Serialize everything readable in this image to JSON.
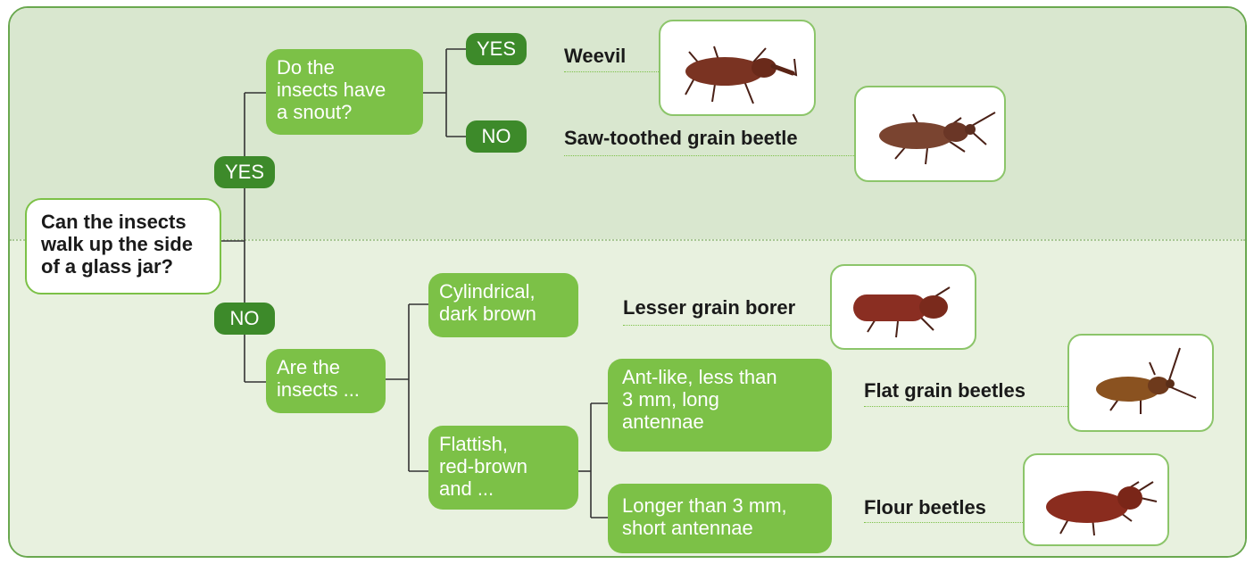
{
  "root": {
    "lines": [
      "Can the insects",
      "walk up the side",
      "of a glass jar?"
    ]
  },
  "answers": {
    "yes": "YES",
    "no": "NO"
  },
  "q_snout": {
    "lines": [
      "Do the",
      "insects have",
      "a snout?"
    ]
  },
  "q_are": {
    "lines": [
      "Are the",
      "insects ..."
    ]
  },
  "opt_cylindrical": {
    "lines": [
      "Cylindrical,",
      "dark brown"
    ]
  },
  "opt_flattish": {
    "lines": [
      "Flattish,",
      "red-brown",
      "and ..."
    ]
  },
  "opt_antlike": {
    "lines": [
      "Ant-like, less than",
      "3 mm, long",
      "antennae"
    ]
  },
  "opt_longer": {
    "lines": [
      "Longer than 3 mm,",
      "short antennae"
    ]
  },
  "results": {
    "weevil": "Weevil",
    "sawtoothed": "Saw-toothed grain beetle",
    "lesser": "Lesser grain borer",
    "flat": "Flat grain beetles",
    "flour": "Flour beetles"
  },
  "colors": {
    "box_green": "#7cc147",
    "pill_dark_green": "#3d8a2a",
    "panel_top": "#d9e7cf",
    "panel_bottom": "#e8f1df",
    "insect_brown": "#7a3322"
  }
}
